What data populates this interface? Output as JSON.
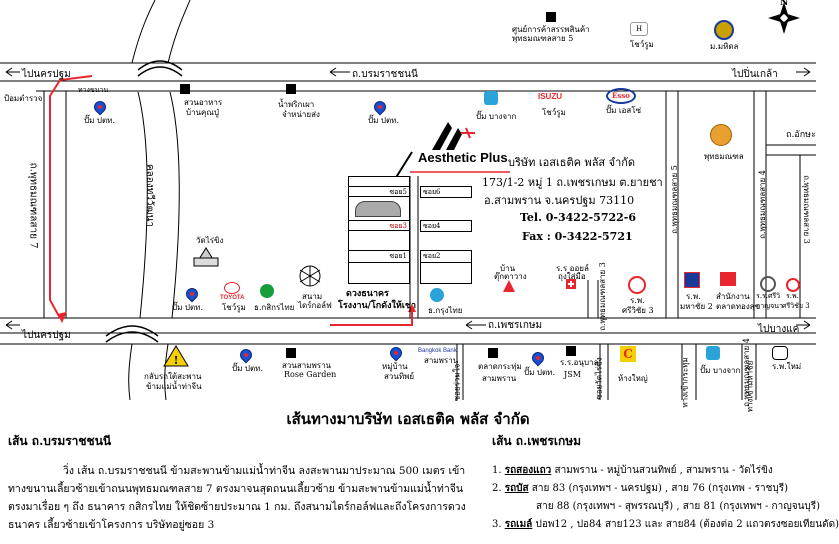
{
  "compass": {
    "north": "N"
  },
  "roads": {
    "top_road_left": "ไปนครปฐม",
    "top_road_name": "ถ.บรมราชชนนี",
    "top_road_right": "ไปปิ่นเกล้า",
    "bottom_road_left": "ไปนครปฐม",
    "bottom_road_name": "ถ.เพชรเกษม",
    "bottom_road_right": "ไปบางแค",
    "left_vertical": "ถ.พุทธมณฑลสาย 7",
    "canal": "คลองทวีวัฒนา",
    "right_vertical_1": "ถ.พุทธมณฑลสาย 5",
    "right_vertical_2": "ถ.พุทธมณฑลสาย 4",
    "right_vertical_3": "ถ.พุทธมณฑลสาย 3",
    "right_road_akkana": "ถ.อักษะ",
    "bottom_right_road": "ถ.พุทธมณฑลสาย 4",
    "phetkasem_side": "ถ.พุทธมณฑลสาย 3"
  },
  "landmarks": {
    "shopping_center": "ศูนย์การค้าสรรพสินค้า",
    "shopping_center_2": "พุทธมณฑลสาย 5",
    "honda": "โชว์รูม",
    "mahidol": "ม.มหิดล",
    "police_left": "ป้อมตำรวจ",
    "ptt_top_left": "ปั๊ม ปตท.",
    "bridge_label": "ทางขนาน",
    "garden_top": "สวนอาหาร",
    "garden_top_2": "บ้านคุณปู่",
    "restaurant_top": "น้ำพริกเผา",
    "restaurant_top_2": "จำหน่ายส่ง",
    "ptt_top_mid": "ปั๊ม ปตท.",
    "bangchak": "ปั๊ม บางจาก",
    "isuzu_brand": "ISUZU",
    "isuzu": "โชว์รูม",
    "esso_brand": "Esso",
    "esso": "ปั๊ม เอสโซ่",
    "buddhism": "พุทธมณฑล",
    "temple": "วัดไร่ขิง",
    "ptt_bottom_left": "ปั๊ม ปตท.",
    "toyota_brand": "TOYOTA",
    "toyota": "โชว์รูม",
    "kasikorn": "ธ.กสิกรไทย",
    "crossfit": "สนาม",
    "crossfit_2": "ไดร์กอล์ฟ",
    "dhanakorn": "ดวงธนาคร",
    "dhanakorn_2": "โรงงาน/โกดังให้เช่า",
    "krungthai": "ธ.กรุงไทย",
    "village_tent": "บ้าน",
    "village_tent_2": "ตุ๊กตาวาง",
    "rs_hospital": "ร.ร ออยล์",
    "rs_hospital_2": "ถุงใส่มือ",
    "rp_hospital": "ร.พ.",
    "rp_hospital_2": "ศรีวิชัย 3",
    "rp2": "ร.พ.",
    "rp2_b": "มหาชัย 2",
    "fashion": "สำนักงาน",
    "fashion_b": "ตลาดทองสุข",
    "school": "ร.ร.ศรีวิ",
    "school_b": "กาญจนา",
    "rp3": "ร.พ.",
    "rp3_b": "ศรีวิชัย 3",
    "danger_1": "กลับรถใต้สะพาน",
    "danger_2": "ข้ามแม่น้ำท่าจีน",
    "ptt_bottom": "ปั๊ม ปตท.",
    "rose_garden": "สวนสามพราน",
    "rose_garden_2": "Rose Garden",
    "ptt_bottom_2": "ปั๊ม ปตท.",
    "village_bottom": "หมู่บ้าน",
    "village_bottom_2": "สวนทิพย์",
    "bangkok_bank": "Bangkok Bank",
    "bangkok_bank_2": "สามพราน",
    "side_road_1": "ซอยร่วมใจ",
    "market": "ตลาดกระทุ่ม",
    "market_2": "สามพราน",
    "ptt_bottom_3": "ปั๊ม ปตท.",
    "school_right": "ร.ร.อนุบาล",
    "school_right_2": "JSM",
    "side_road_2": "ซอยวัดไร่ขิง",
    "cp_store": "ห้างใหญ่",
    "side_road_3": "ทางเข้ากระทุ่ม",
    "side_road_4": "ทางเข้ามหาชัย",
    "bangchak_bottom": "ปั๊ม บางจาก",
    "hospital_bottom": "ร.พ.ใหม่"
  },
  "company": {
    "logo": "Aesthetic Plus",
    "name": "บริษัท เอสเธติค พลัส จำกัด",
    "addr1": "173/1-2 หมู่ 1 ถ.เพชรเกษม ต.ยายชา",
    "addr2": "อ.สามพราน จ.นครปฐม 73110",
    "tel": "Tel. 0-3422-5722-6",
    "fax": "Fax : 0-3422-5721",
    "units": [
      "ซอย5",
      "ซอย6",
      "ซอย3",
      "ซอย4",
      "ซอย1",
      "ซอย2"
    ]
  },
  "title": "เส้นทางมาบริษัท เอสเธติค พลัส จำกัด",
  "left_heading": "เส้น ถ.บรมราชชนนี",
  "left_text": "วิ่ง เส้น ถ.บรมราชชนนี ข้ามสะพานข้ามแม่น้ำท่าจีน ลงสะพานมาประมาณ 500 เมตร เข้าทางขนานเลี้ยวซ้ายเข้าถนนพุทธมณฑลสาย 7 ตรงมาจนสุดถนนเลี้ยวซ้าย ข้ามสะพานข้ามแม่น้ำท่าจีนตรงมาเรื่อย ๆ ถึง ธนาคาร กสิกรไทย ให้ชิดซ้ายประมาณ 1 กม. ถึงสนามไดร์กอล์ฟและถึงโครงการดวงธนาคร เลี้ยวซ้ายเข้าโครงการ บริษัทอยู่ซอย 3",
  "right_heading": "เส้น ถ.เพชรเกษม",
  "routes": [
    {
      "label": "1.",
      "bold": "รถสองแถว",
      "text": " สามพราน - หมู่บ้านสวนทิพย์ , สามพราน - วัดไร่ขิง"
    },
    {
      "label": "2.",
      "bold": "รถบัส",
      "text": " สาย 83 (กรุงเทพฯ - นครปฐม) , สาย 76 (กรุงเทพ - ราชบุรี)"
    },
    {
      "label": "",
      "bold": "",
      "text": "สาย 88 (กรุงเทพฯ - สุพรรณบุรี) , สาย 81 (กรุงเทพฯ - กาญจนบุรี)"
    },
    {
      "label": "3.",
      "bold": "รถเมล์",
      "text": " ปอพ12 , ปอ84  สาย123 และ สาย84 (ต้องต่อ 2 แถวตรงซอยเทียนดัด)"
    }
  ],
  "colors": {
    "route_arrow": "#e8262e",
    "ptt_blue": "#1a4fd0",
    "danger_yellow": "#f5d000"
  }
}
